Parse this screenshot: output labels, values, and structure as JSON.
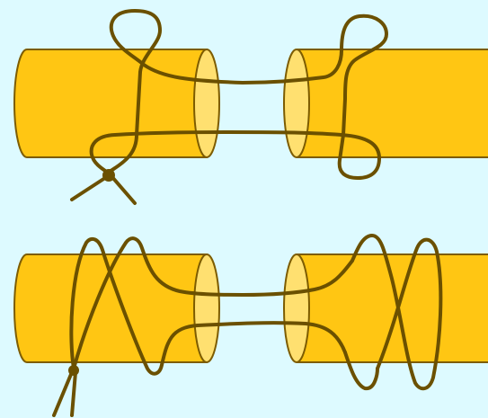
{
  "colors": {
    "background": "#DDFAFF",
    "cylinder_fill": "#FFC613",
    "cylinder_outline": "#7D5C00",
    "cylinder_end_face": "#FFE070",
    "suture": "#6B5000"
  },
  "diagrams": [
    {
      "name": "simple-interrupted-suture",
      "knots": 1
    },
    {
      "name": "continuous-figure-eight-suture",
      "knots": 1
    }
  ]
}
